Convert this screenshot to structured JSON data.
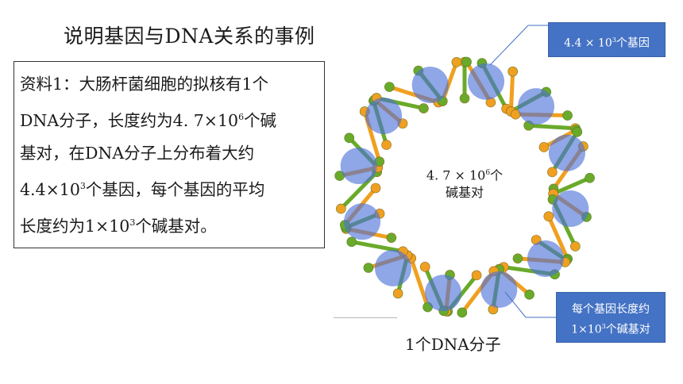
{
  "title": "说明基因与DNA关系的事例",
  "material": {
    "line1": "资料1：大肠杆菌细胞的拟核有1个",
    "line2": "DNA分子，长度约为4. 7×10",
    "line2_sup": "6",
    "line2_tail": "个碱",
    "line3": "基对，在DNA分子上分布着大约",
    "line4": "4.4×10",
    "line4_sup": "3",
    "line4_tail": "个基因，每个基因的平均",
    "line5": "长度约为1×10",
    "line5_sup": "3",
    "line5_tail": "个碱基对。"
  },
  "diagram": {
    "center_line1": "4. 7 × 10",
    "center_sup": "6",
    "center_tail": "个",
    "center_line2": "碱基对",
    "caption": "1个DNA分子",
    "colors": {
      "orange": "#f0a020",
      "green": "#6aaa2a",
      "blue_overlay": "#4a6fd8",
      "callout": "#4472c4"
    }
  },
  "callouts": {
    "genes_count": "4.4 × 10",
    "genes_count_sup": "3",
    "genes_count_tail": "个基因",
    "gene_length_line1": "每个基因长度约",
    "gene_length_line2": "1×10",
    "gene_length_sup": "3",
    "gene_length_tail": "个碱基对"
  }
}
